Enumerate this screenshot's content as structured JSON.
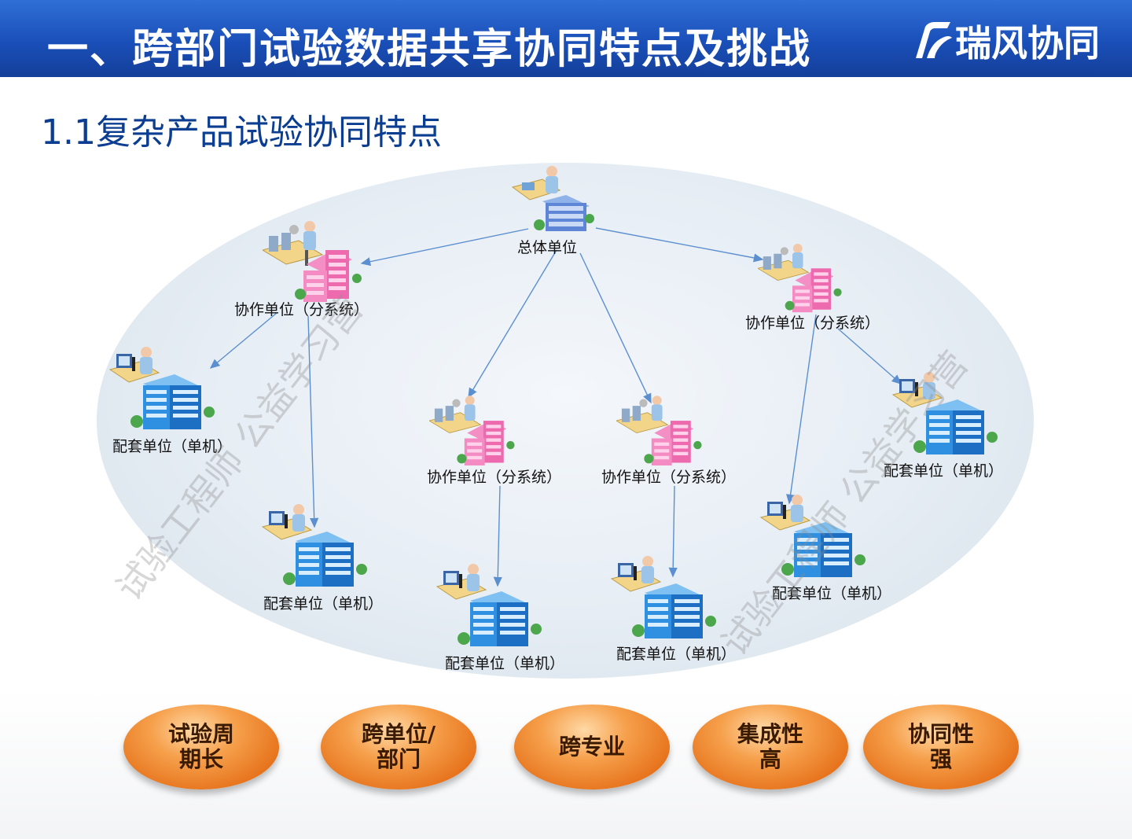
{
  "header": {
    "title": "一、跨部门试验数据共享协同特点及挑战",
    "logo_text": "瑞风协同",
    "logo_icon": "ruifeng-logo-icon"
  },
  "section_title": "1.1复杂产品试验协同特点",
  "nodes": {
    "top": "总体单位",
    "sub_left": "协作单位（分系统）",
    "sub_right": "协作单位（分系统）",
    "sub_mid_left": "协作单位（分系统）",
    "sub_mid_right": "协作单位（分系统）",
    "unit_1": "配套单位（单机）",
    "unit_2": "配套单位（单机）",
    "unit_3": "配套单位（单机）",
    "unit_4": "配套单位（单机）",
    "unit_5": "配套单位（单机）",
    "unit_6": "配套单位（单机）"
  },
  "features": [
    "试验周\n期长",
    "跨单位/\n部门",
    "跨专业",
    "集成性\n高",
    "协同性\n强"
  ],
  "watermarks": [
    "试验工程师 公益学习营",
    "试验工程师 公益学习营"
  ],
  "colors": {
    "header_blue": "#1a4fb8",
    "title_blue": "#0b3d91",
    "arrow_blue": "#5b8fd0",
    "pill_orange": "#e7741d"
  }
}
